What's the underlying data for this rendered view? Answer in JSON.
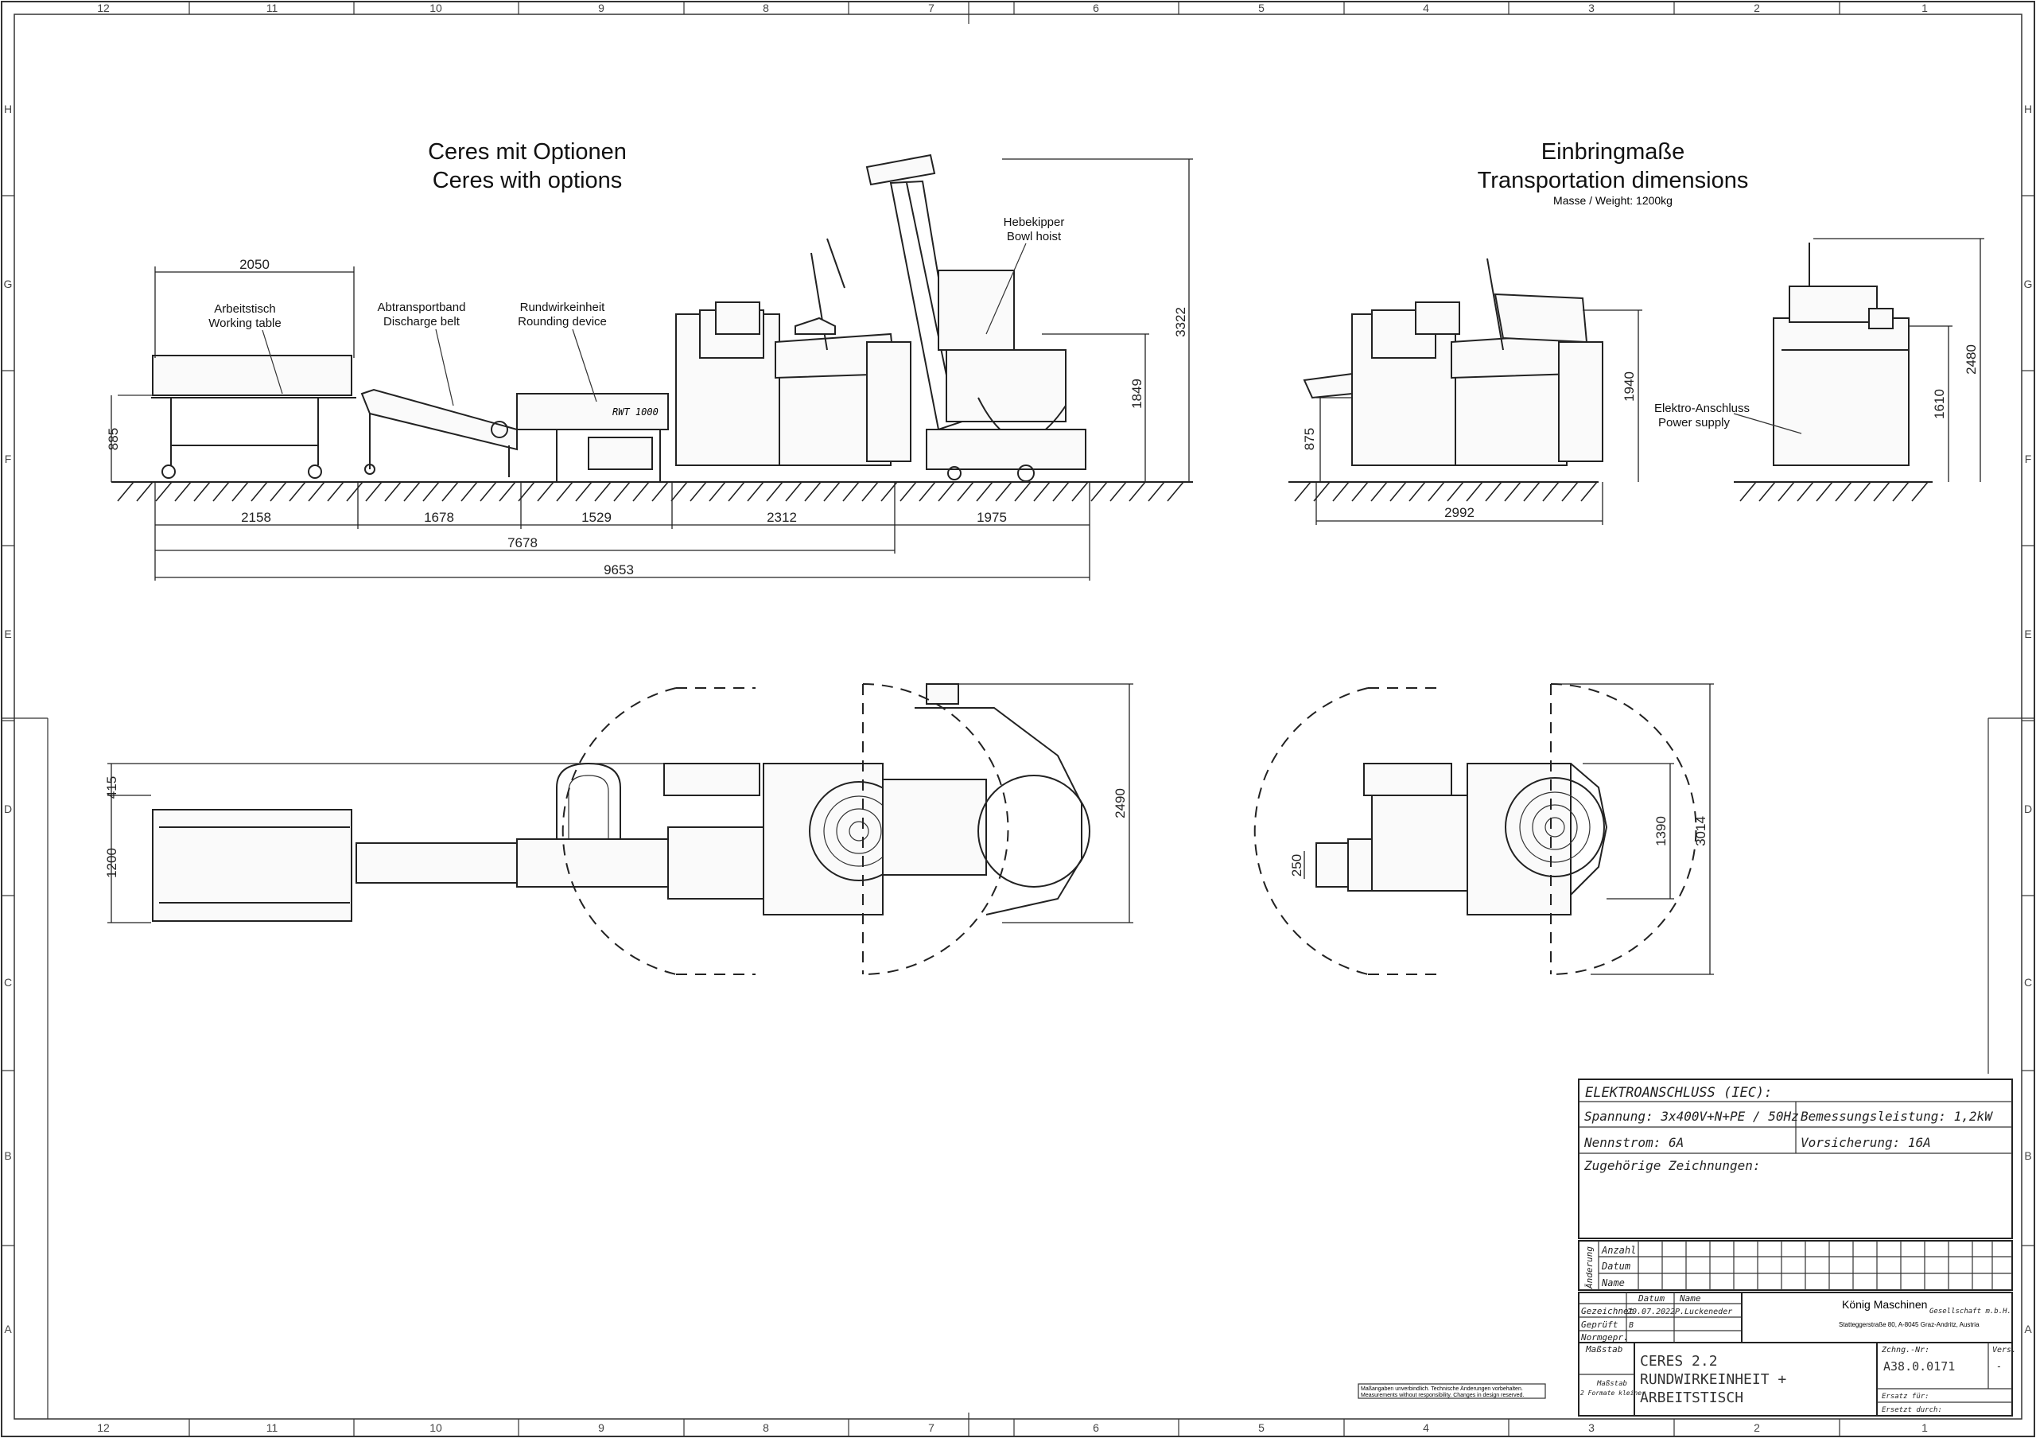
{
  "side_view": {
    "title_de": "Ceres mit Optionen",
    "title_en": "Ceres with options",
    "labels": {
      "working_table": [
        "Arbeitstisch",
        "Working table"
      ],
      "discharge_belt": [
        "Abtransportband",
        "Discharge belt"
      ],
      "rounding_device": [
        "Rundwirkeinheit",
        "Rounding device"
      ],
      "bowl_hoist": [
        "Hebekipper",
        "Bowl hoist"
      ]
    },
    "device_marking": "RWT 1000",
    "dims": {
      "table_width": "2050",
      "table_height": "885",
      "height_total": "3322",
      "height_machine": "1849",
      "seg_1": "2158",
      "seg_2": "1678",
      "seg_3": "1529",
      "seg_4": "2312",
      "seg_5": "1975",
      "length_no_hoist": "7678",
      "length_total": "9653"
    }
  },
  "transport_view": {
    "title_de": "Einbringmaße",
    "title_en": "Transportation dimensions",
    "weight": "Masse / Weight: 1200kg",
    "power_label": [
      "Elektro-Anschluss",
      "Power supply"
    ],
    "dims": {
      "height_left": "875",
      "height_mid": "1940",
      "length": "2992",
      "side_height_1": "1610",
      "side_height_2": "2480"
    }
  },
  "top_view": {
    "dims": {
      "offset": "415",
      "table_depth": "1200",
      "width_total": "2490"
    }
  },
  "transport_top_view": {
    "dims": {
      "small": "250",
      "depth_1": "1390",
      "depth_2": "3014"
    }
  },
  "frame": {
    "columns": [
      "12",
      "11",
      "10",
      "9",
      "8",
      "7",
      "6",
      "5",
      "4",
      "3",
      "2",
      "1"
    ],
    "rows": [
      "H",
      "G",
      "F",
      "E",
      "D",
      "C",
      "B",
      "A"
    ]
  },
  "electrical": {
    "header": "ELEKTROANSCHLUSS (IEC):",
    "voltage": "Spannung: 3x400V+N+PE / 50Hz",
    "rated_power": "Bemessungsleistung: 1,2kW",
    "rated_current": "Nennstrom: 6A",
    "fuse": "Vorsicherung: 16A",
    "related_drawings": "Zugehörige Zeichnungen:"
  },
  "revision": {
    "rotated_label": "Änderung",
    "rows": [
      "Anzahl",
      "Datum",
      "Name"
    ]
  },
  "title_block": {
    "col_datum": "Datum",
    "col_name": "Name",
    "drawn_label": "Gezeichnet",
    "drawn_date": "20.07.2022",
    "drawn_name": "P.Luckeneder",
    "checked_label": "Geprüft",
    "checked_val": "B",
    "norm_label": "Normgepr.",
    "company_name": "König Maschinen",
    "company_suffix": "Gesellschaft m.b.H.",
    "company_address": "Stattegger­straße 80, A-8045 Graz-Andritz, Austria",
    "scale_label": "Maßstab",
    "format_label": "Maßstab",
    "format_value": "2 Formate kleiner",
    "product_title_1": "CERES 2.2",
    "product_title_2": "RUNDWIRKEINHEIT +",
    "product_title_3": "ARBEITSTISCH",
    "drawing_no_label": "Zchng.-Nr:",
    "drawing_no": "A38.0.0171",
    "version_label": "Vers.",
    "version_value": "-",
    "replaces_label": "Ersatz für:",
    "replaced_by_label": "Ersetzt durch:",
    "disclaimer_1": "Maßangaben unverbindlich. Technische Änderungen vorbehalten.",
    "disclaimer_2": "Measurements without responsibility. Changes in design reserved."
  }
}
